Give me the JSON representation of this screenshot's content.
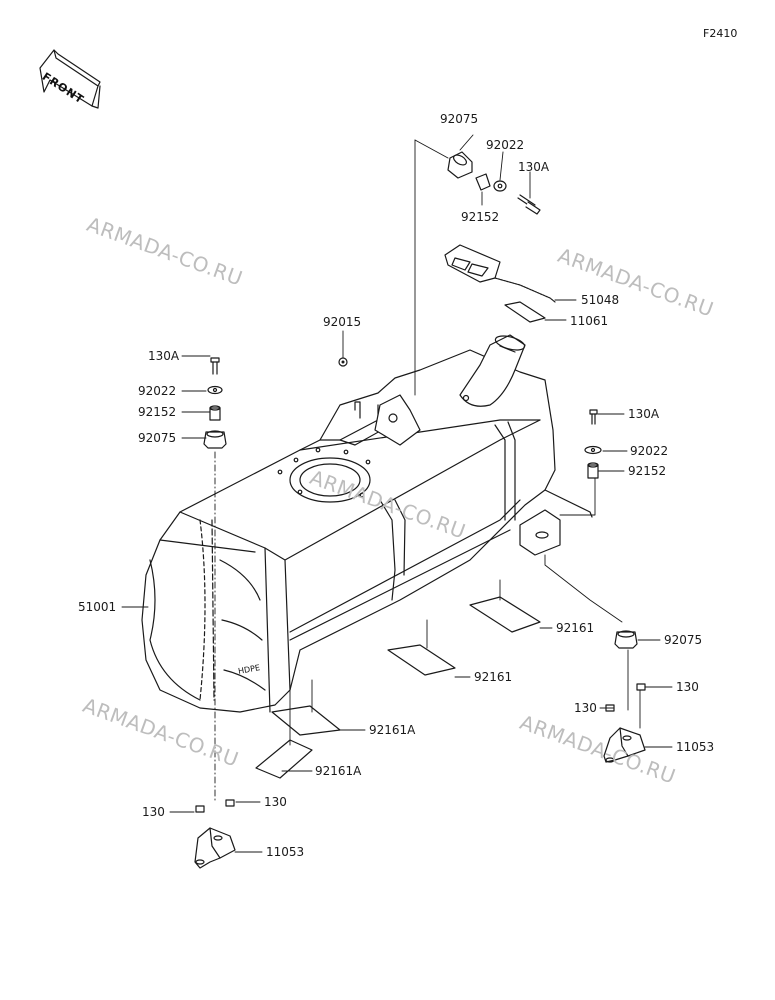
{
  "figure_code": "F2410",
  "front_badge": "FRONT",
  "watermark": "ARMADA-CO.RU",
  "tank_marking": "HDPE",
  "labels": {
    "p92075_top": "92075",
    "p92022_top": "92022",
    "p130A_top": "130A",
    "p92152_top": "92152",
    "p51048": "51048",
    "p11061": "11061",
    "p92015": "92015",
    "p130A_left": "130A",
    "p92022_left": "92022",
    "p92152_left": "92152",
    "p92075_left": "92075",
    "p130A_right": "130A",
    "p92022_right": "92022",
    "p92152_right": "92152",
    "p51001": "51001",
    "p92161_a": "92161",
    "p92075_right": "92075",
    "p92161_b": "92161",
    "p130_right_l": "130",
    "p130_right_r": "130",
    "p92161A_a": "92161A",
    "p11053_right": "11053",
    "p92161A_b": "92161A",
    "p130_bottom_l": "130",
    "p130_bottom_r": "130",
    "p11053_bottom": "11053"
  }
}
